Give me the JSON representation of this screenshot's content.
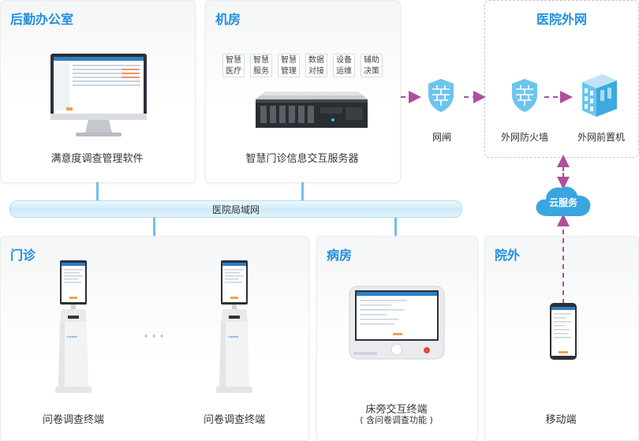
{
  "panels": {
    "backoffice": {
      "title": "后勤办公室",
      "caption": "满意度调查管理软件"
    },
    "machine_room": {
      "title": "机房",
      "caption": "智慧门诊信息交互服务器",
      "modules": [
        [
          "智慧",
          "医疗"
        ],
        [
          "智慧",
          "服务"
        ],
        [
          "智慧",
          "管理"
        ],
        [
          "数据",
          "对接"
        ],
        [
          "设备",
          "运维"
        ],
        [
          "辅助",
          "决策"
        ]
      ]
    },
    "external_net": {
      "title": "医院外网",
      "firewall_label": "外网防火墙",
      "frontend_label": "外网前置机"
    },
    "outpatient": {
      "title": "门诊",
      "terminal_1": "问卷调查终端",
      "terminal_2": "问卷调查终端",
      "ellipsis": "• • •"
    },
    "ward": {
      "title": "病房",
      "caption": "床旁交互终端",
      "sub_caption": "( 含问卷调查功能 )"
    },
    "outside": {
      "title": "院外",
      "caption": "移动端"
    }
  },
  "network": {
    "lan_label": "医院局域网",
    "gateway_label": "网闸",
    "cloud_label": "云服务"
  },
  "colors": {
    "title_blue": "#1f8ee0",
    "connector_blue": "#6dc2ec",
    "arrow_purple": "#b04f9c"
  }
}
